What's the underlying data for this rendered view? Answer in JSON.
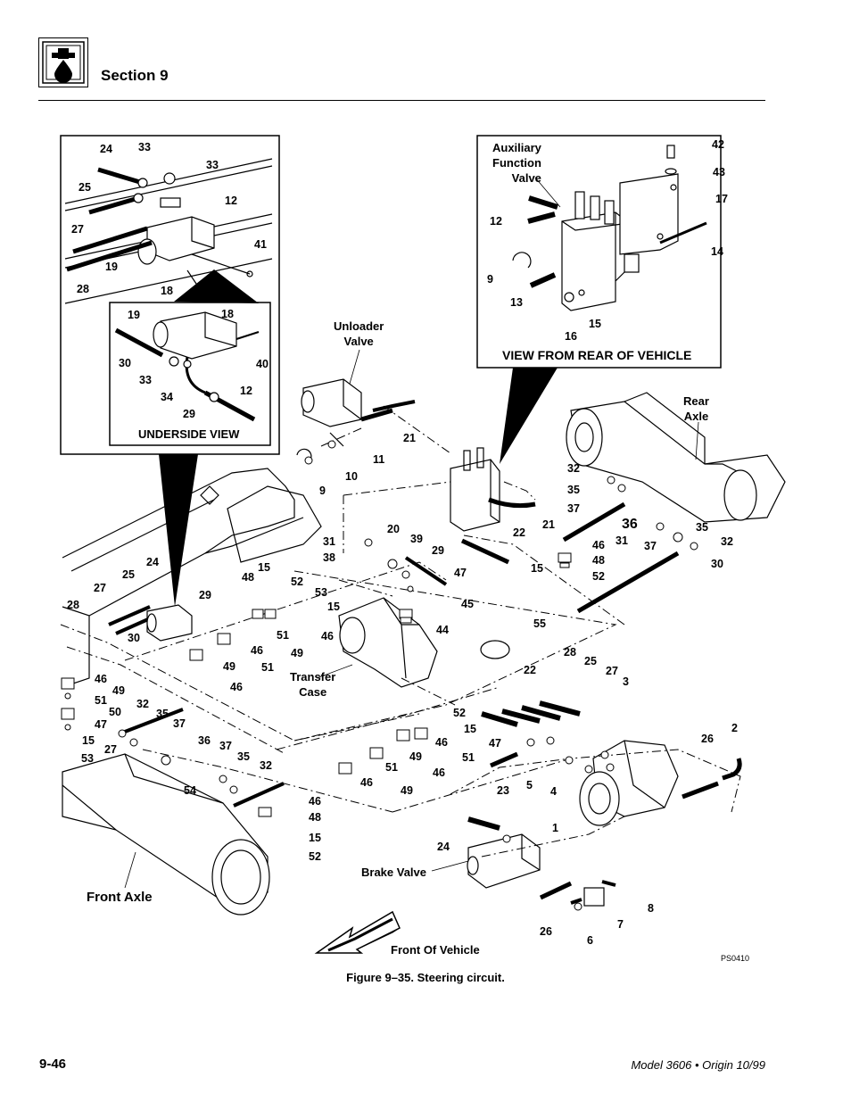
{
  "header": {
    "section_label": "Section 9",
    "icon": "hydraulic-oil-drop-icon"
  },
  "figure": {
    "caption": "Figure 9–35.  Steering circuit.",
    "ref_code": "PS0410",
    "inset_underside_title": "UNDERSIDE VIEW",
    "inset_rear_title": "VIEW FROM REAR OF VEHICLE",
    "labels": {
      "aux_valve_1": "Auxiliary",
      "aux_valve_2": "Function",
      "aux_valve_3": "Valve",
      "unloader_1": "Unloader",
      "unloader_2": "Valve",
      "rear_axle_1": "Rear",
      "rear_axle_2": "Axle",
      "transfer_1": "Transfer",
      "transfer_2": "Case",
      "brake_valve": "Brake Valve",
      "front_axle": "Front Axle",
      "front_of_vehicle": "Front Of Vehicle"
    }
  },
  "footer": {
    "page_number": "9-46",
    "model_note": "Model 3606 • Origin 10/99"
  }
}
